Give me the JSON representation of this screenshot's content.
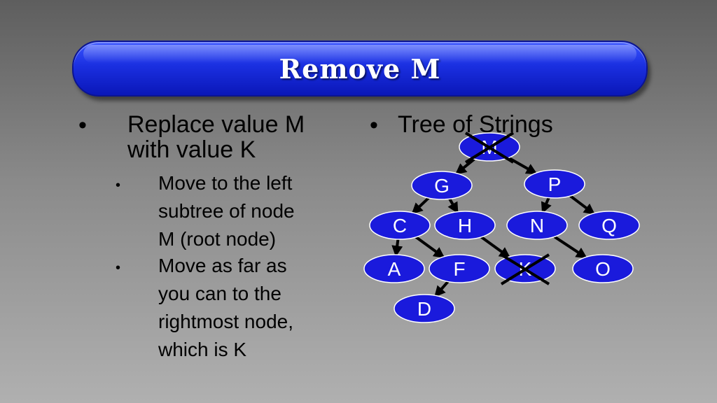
{
  "title": "Remove M",
  "left_bullet": {
    "dot": "•",
    "text_lines": [
      "Replace value M",
      "with value K"
    ],
    "sub_bullets": [
      {
        "dot": "•",
        "lines": [
          "Move to the left",
          "subtree of node",
          "M (root node)"
        ]
      },
      {
        "dot": "•",
        "lines": [
          "Move as far as",
          "you can to the",
          "rightmost node,",
          "which is K"
        ]
      }
    ]
  },
  "right_bullet": {
    "dot": "•",
    "text": "Tree of Strings"
  },
  "colors": {
    "node_fill": "#1a1adc",
    "node_stroke": "#ffffff",
    "title_fill": "#1a2fe0",
    "edge": "#000000"
  },
  "tree": {
    "nodes": [
      {
        "id": "M",
        "label": "M",
        "crossed": true
      },
      {
        "id": "G",
        "label": "G",
        "crossed": false
      },
      {
        "id": "P",
        "label": "P",
        "crossed": false
      },
      {
        "id": "C",
        "label": "C",
        "crossed": false
      },
      {
        "id": "H",
        "label": "H",
        "crossed": false
      },
      {
        "id": "N",
        "label": "N",
        "crossed": false
      },
      {
        "id": "Q",
        "label": "Q",
        "crossed": false
      },
      {
        "id": "A",
        "label": "A",
        "crossed": false
      },
      {
        "id": "F",
        "label": "F",
        "crossed": false
      },
      {
        "id": "K",
        "label": "K",
        "crossed": true
      },
      {
        "id": "O",
        "label": "O",
        "crossed": false
      },
      {
        "id": "D",
        "label": "D",
        "crossed": false
      }
    ],
    "edges": [
      [
        "M",
        "G"
      ],
      [
        "M",
        "P"
      ],
      [
        "G",
        "C"
      ],
      [
        "G",
        "H"
      ],
      [
        "P",
        "N"
      ],
      [
        "P",
        "Q"
      ],
      [
        "C",
        "A"
      ],
      [
        "C",
        "F"
      ],
      [
        "H",
        "K"
      ],
      [
        "N",
        "O"
      ],
      [
        "F",
        "D"
      ]
    ]
  }
}
